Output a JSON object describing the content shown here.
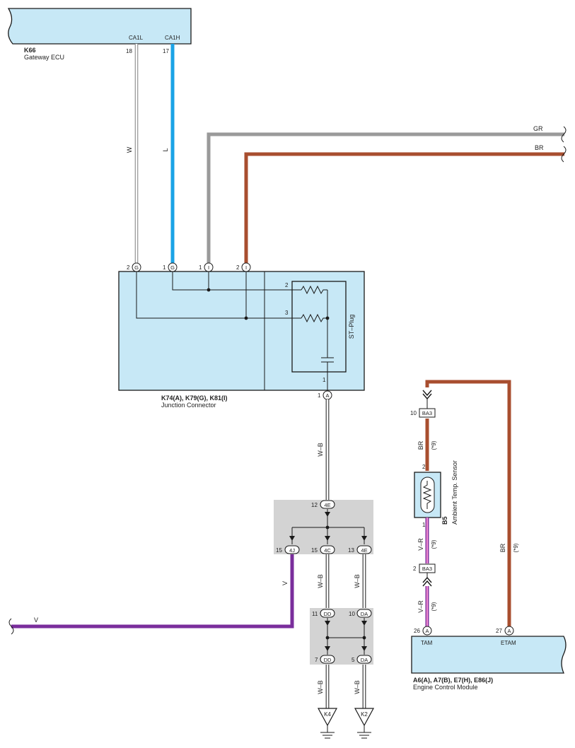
{
  "gateway_ecu": {
    "id": "K66",
    "name": "Gateway ECU",
    "pin_names": [
      "CA1L",
      "CA1H"
    ],
    "pin_numbers": [
      "18",
      "17"
    ]
  },
  "wires": {
    "gateway_w": "W",
    "gateway_l": "L",
    "gr": "GR",
    "br": "BR",
    "wb": "W–B",
    "v": "V",
    "vr": "V–R",
    "note": "(*9)"
  },
  "colors": {
    "blue_l": "#1aa3e6",
    "gray_gr": "#9a9a9a",
    "brown_br": "#a84e2f",
    "purple_v": "#7a2e9c",
    "white_w": "#ffffff",
    "box_fill": "#c7e8f6",
    "splice_gray": "#d3d3d3"
  },
  "junction": {
    "ids": "K74(A), K79(G), K81(I)",
    "name": "Junction Connector",
    "st_plug": "ST–Plug",
    "pins_top": [
      {
        "num": "2",
        "letter": "G"
      },
      {
        "num": "1",
        "letter": "G"
      },
      {
        "num": "1",
        "letter": "I"
      },
      {
        "num": "2",
        "letter": "I"
      }
    ],
    "inner_pins": [
      "2",
      "3",
      "1"
    ],
    "bottom_pin": {
      "num": "1",
      "letter": "A"
    }
  },
  "splice1": {
    "top": {
      "num": "12",
      "code": "4E"
    },
    "outs": [
      {
        "num": "15",
        "code": "4J"
      },
      {
        "num": "15",
        "code": "4C"
      },
      {
        "num": "13",
        "code": "4E"
      }
    ]
  },
  "splice2": {
    "top": [
      {
        "num": "11",
        "code": "DD"
      },
      {
        "num": "10",
        "code": "DA"
      }
    ],
    "bottom": [
      {
        "num": "7",
        "code": "DD"
      },
      {
        "num": "5",
        "code": "DA"
      }
    ]
  },
  "grounds": [
    "K4",
    "K2"
  ],
  "sensor": {
    "id": "B5",
    "name": "Ambient Temp.  Sensor",
    "pin_top": "2",
    "pin_bottom": "1"
  },
  "ba3_top": {
    "num": "10",
    "code": "BA3"
  },
  "ba3_bottom": {
    "num": "2",
    "code": "BA3"
  },
  "ecm": {
    "ids": "A6(A), A7(B), E7(H), E86(J)",
    "name": "Engine Control Module",
    "pins": [
      {
        "num": "26",
        "letter": "A",
        "name": "TAM"
      },
      {
        "num": "27",
        "letter": "A",
        "name": "ETAM"
      }
    ]
  }
}
